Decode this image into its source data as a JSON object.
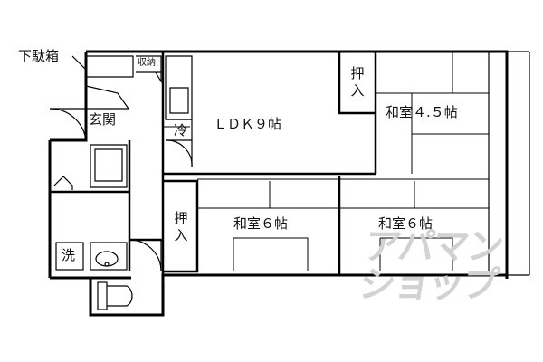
{
  "floor_plan": {
    "rooms": {
      "ldk": "ＬＤＫ９帖",
      "washitsu_45": "和室４.５帖",
      "washitsu_6_left": "和室６帖",
      "washitsu_6_right": "和室６帖",
      "genkan": "玄関",
      "shoe_box": "下駄箱",
      "storage": "収納",
      "oshiire_top": "押入",
      "oshiire_mid": "押入",
      "fridge": "冷",
      "washer": "洗"
    },
    "watermark": {
      "line1": "アパマン",
      "line2": "ショップ"
    }
  }
}
